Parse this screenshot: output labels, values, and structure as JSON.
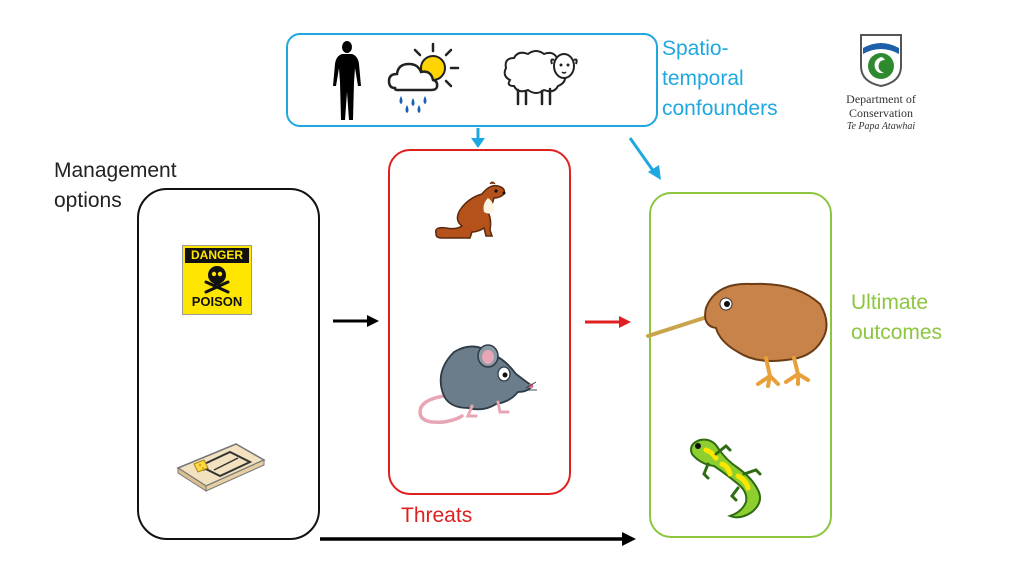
{
  "confounders": {
    "label_line1": "Spatio-",
    "label_line2": "temporal",
    "label_line3": "confounders",
    "color": "#1fa8e0",
    "icons": [
      "human-icon",
      "weather-icon",
      "sheep-icon"
    ]
  },
  "management": {
    "label_line1": "Management",
    "label_line2": "options",
    "color": "#000000",
    "icons": [
      "poison-sign-icon",
      "mousetrap-icon"
    ],
    "poison_sign": {
      "top": "DANGER",
      "bottom": "POISON"
    }
  },
  "threats": {
    "label": "Threats",
    "color": "#e02020",
    "icons": [
      "stoat-icon",
      "rat-icon"
    ]
  },
  "outcomes": {
    "label_line1": "Ultimate",
    "label_line2": "outcomes",
    "color": "#8cc63f",
    "icons": [
      "kiwi-icon",
      "gecko-icon"
    ]
  },
  "logo": {
    "line1": "Department of",
    "line2": "Conservation",
    "line3": "Te Papa Atawhai"
  }
}
